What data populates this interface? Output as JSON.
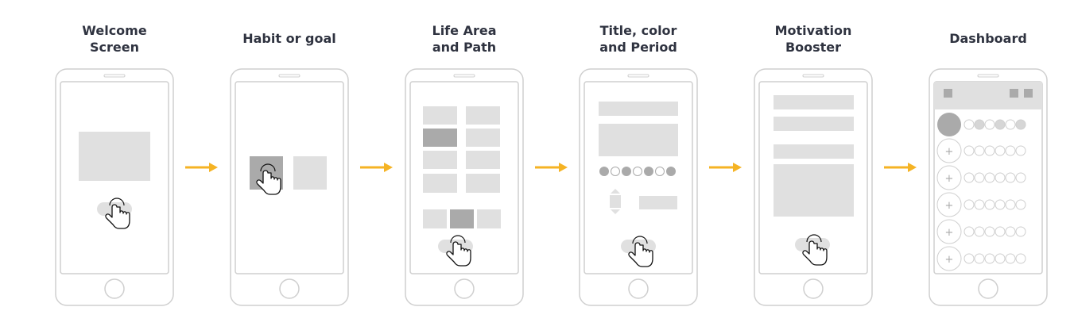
{
  "steps": [
    {
      "id": "welcome",
      "title_lines": [
        "Welcome",
        "Screen"
      ]
    },
    {
      "id": "habit-goal",
      "title_lines": [
        "Habit or goal"
      ]
    },
    {
      "id": "life-area",
      "title_lines": [
        "Life Area",
        "and Path"
      ]
    },
    {
      "id": "title-color",
      "title_lines": [
        "Title, color",
        "and Period"
      ]
    },
    {
      "id": "motivation",
      "title_lines": [
        "Motivation",
        "Booster"
      ]
    },
    {
      "id": "dashboard",
      "title_lines": [
        "Dashboard"
      ]
    }
  ],
  "icons": {
    "arrow": "right-arrow-icon",
    "pointer": "hand-pointer-icon",
    "add": "plus-icon"
  },
  "colors": {
    "arrow": "#f5b324",
    "phone_outline": "#cfcfcf",
    "placeholder_light": "#e0e0e0",
    "placeholder_dark": "#aaaaaa",
    "title_text": "#2f3340"
  }
}
